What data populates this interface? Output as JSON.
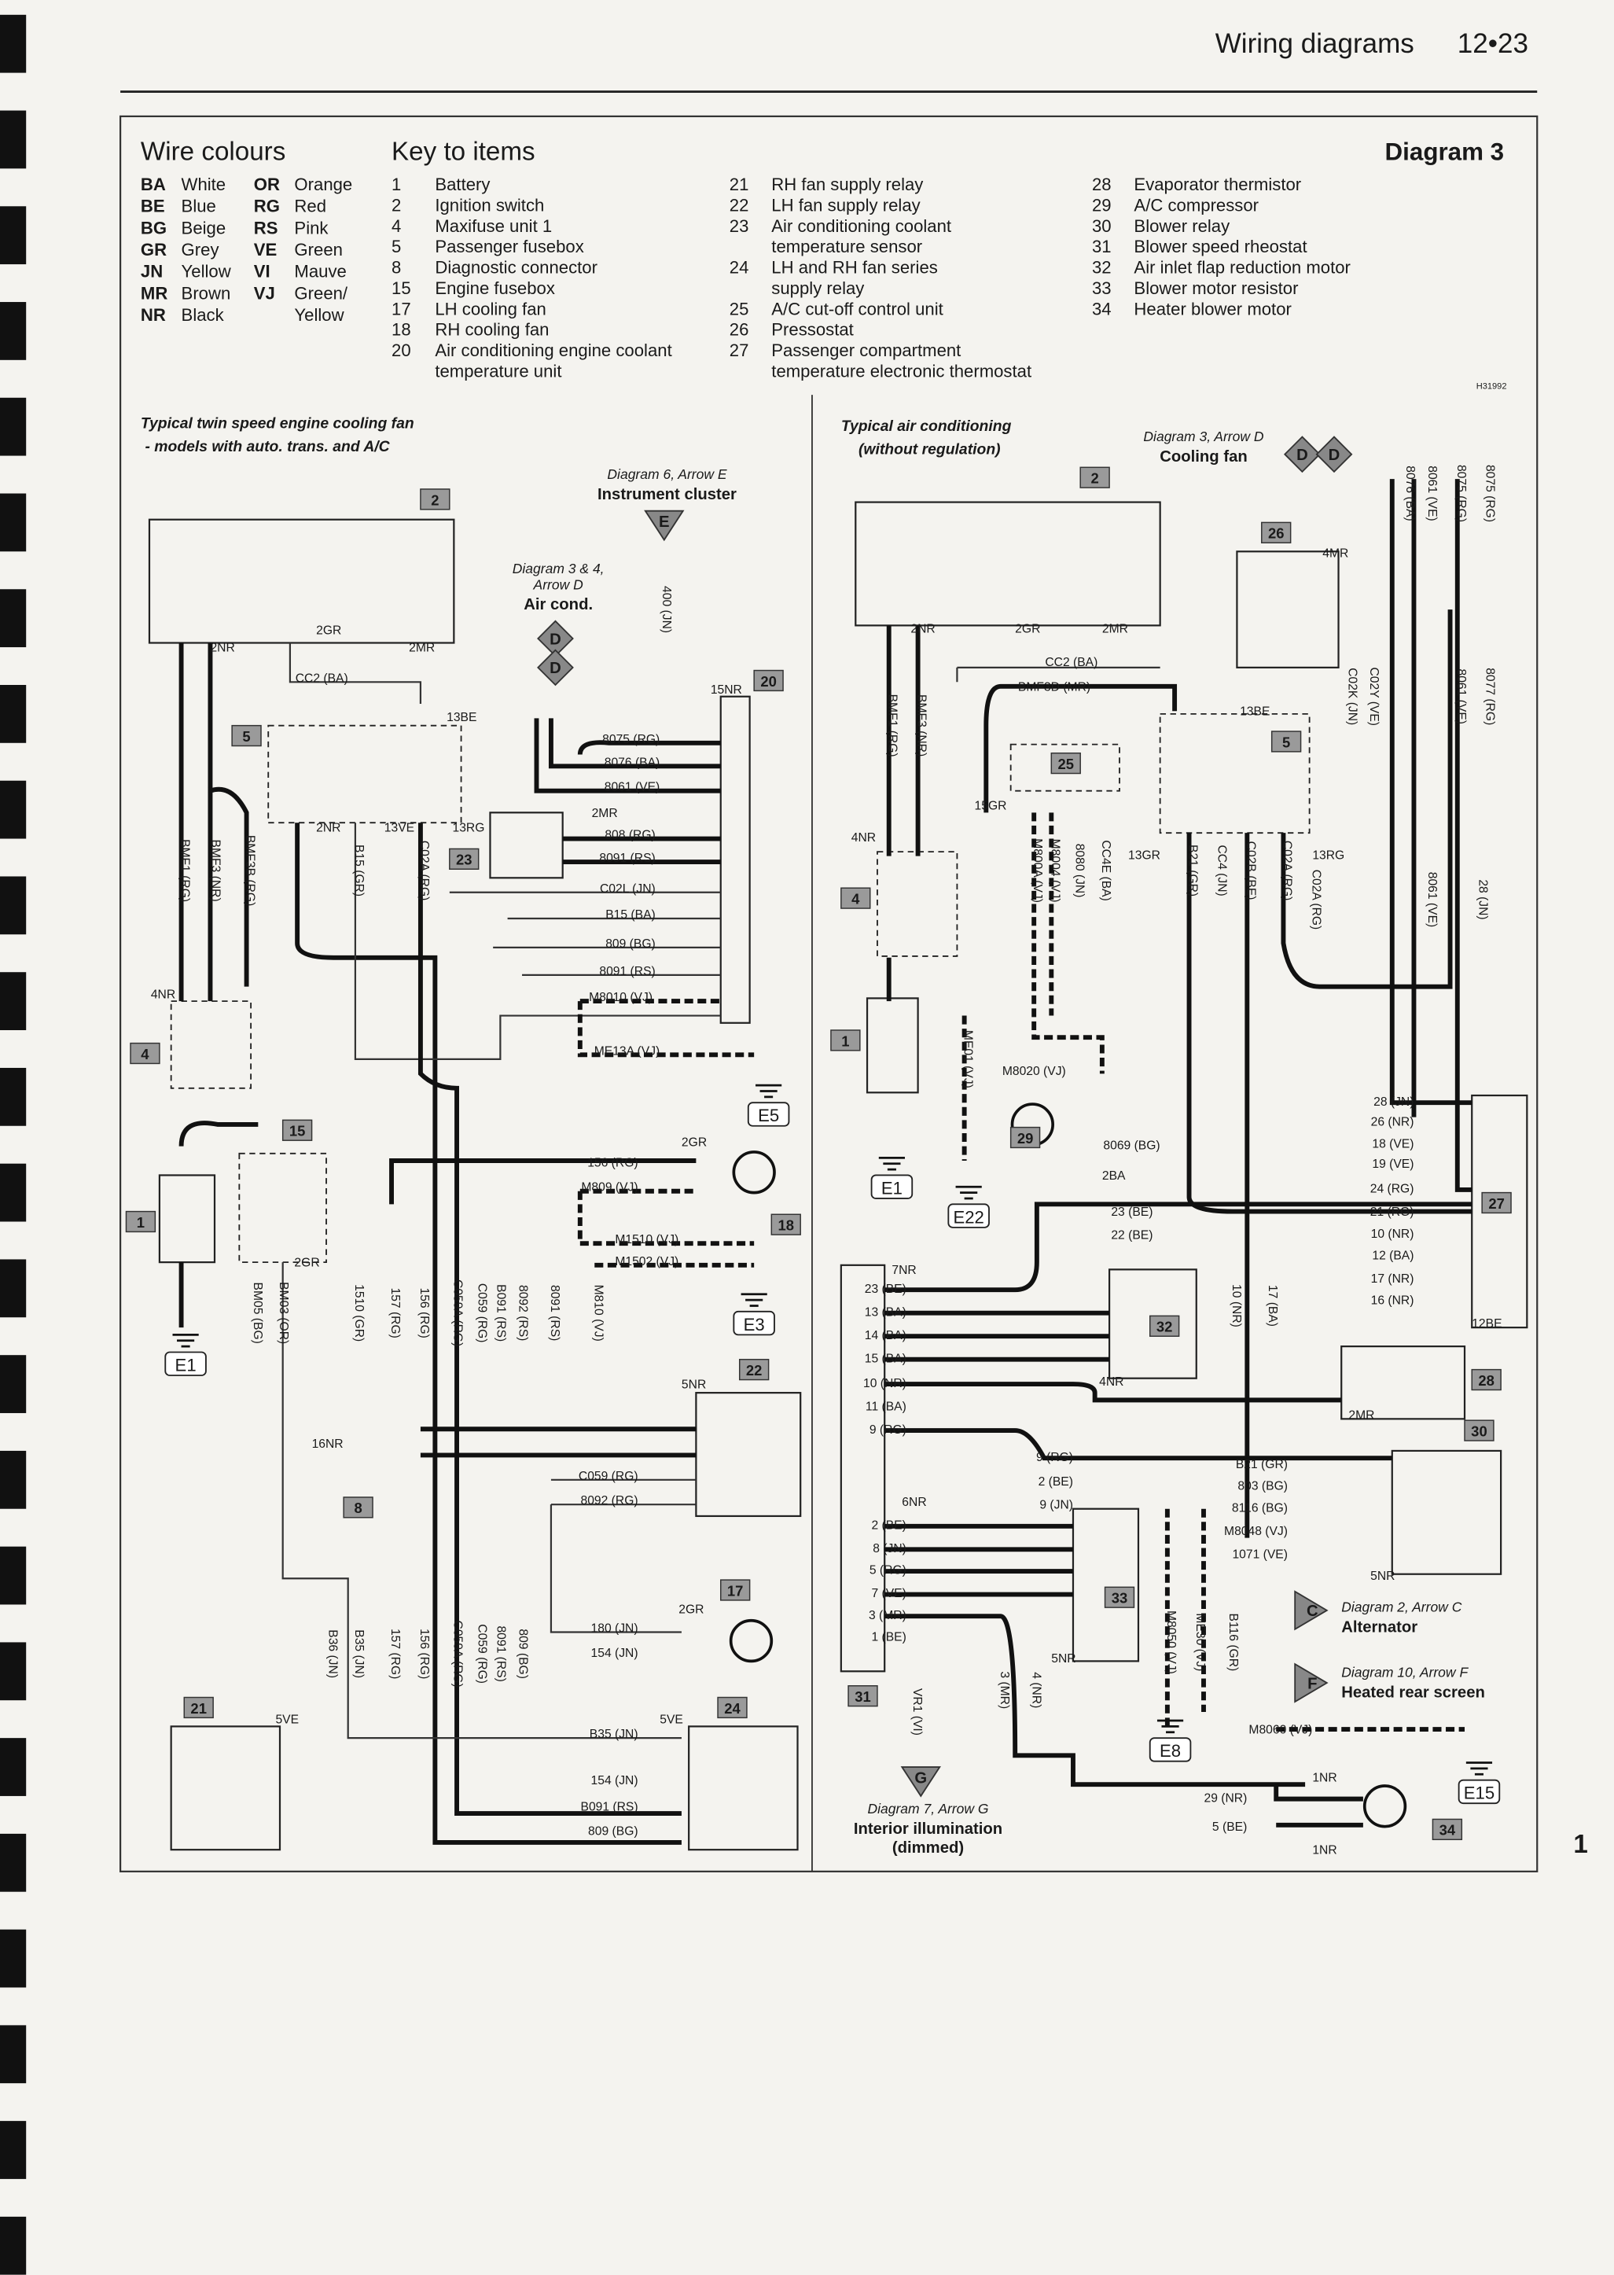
{
  "header": {
    "section": "Wiring diagrams",
    "page": "12•23",
    "diagram_title": "Diagram 3",
    "ref_code": "H31992",
    "side_number": "1"
  },
  "wire_colours": {
    "heading": "Wire colours",
    "items": [
      {
        "code": "BA",
        "name": "White"
      },
      {
        "code": "BE",
        "name": "Blue"
      },
      {
        "code": "BG",
        "name": "Beige"
      },
      {
        "code": "GR",
        "name": "Grey"
      },
      {
        "code": "JN",
        "name": "Yellow"
      },
      {
        "code": "MR",
        "name": "Brown"
      },
      {
        "code": "NR",
        "name": "Black"
      },
      {
        "code": "OR",
        "name": "Orange"
      },
      {
        "code": "RG",
        "name": "Red"
      },
      {
        "code": "RS",
        "name": "Pink"
      },
      {
        "code": "VE",
        "name": "Green"
      },
      {
        "code": "VI",
        "name": "Mauve"
      },
      {
        "code": "VJ",
        "name": "Green/"
      },
      {
        "code": "",
        "name": "Yellow"
      }
    ]
  },
  "key": {
    "heading": "Key to items",
    "items": [
      {
        "num": "1",
        "lines": [
          "Battery"
        ]
      },
      {
        "num": "2",
        "lines": [
          "Ignition switch"
        ]
      },
      {
        "num": "4",
        "lines": [
          "Maxifuse unit 1"
        ]
      },
      {
        "num": "5",
        "lines": [
          "Passenger fusebox"
        ]
      },
      {
        "num": "8",
        "lines": [
          "Diagnostic connector"
        ]
      },
      {
        "num": "15",
        "lines": [
          "Engine fusebox"
        ]
      },
      {
        "num": "17",
        "lines": [
          "LH cooling fan"
        ]
      },
      {
        "num": "18",
        "lines": [
          "RH cooling fan"
        ]
      },
      {
        "num": "20",
        "lines": [
          "Air conditioning engine coolant",
          "temperature unit"
        ]
      },
      {
        "num": "21",
        "lines": [
          "RH fan supply relay"
        ]
      },
      {
        "num": "22",
        "lines": [
          "LH fan supply relay"
        ]
      },
      {
        "num": "23",
        "lines": [
          "Air conditioning coolant",
          "temperature sensor"
        ]
      },
      {
        "num": "24",
        "lines": [
          "LH and RH fan series",
          "supply relay"
        ]
      },
      {
        "num": "25",
        "lines": [
          "A/C cut-off control unit"
        ]
      },
      {
        "num": "26",
        "lines": [
          "Pressostat"
        ]
      },
      {
        "num": "27",
        "lines": [
          "Passenger compartment",
          "temperature electronic thermostat"
        ]
      },
      {
        "num": "28",
        "lines": [
          "Evaporator thermistor"
        ]
      },
      {
        "num": "29",
        "lines": [
          "A/C compressor"
        ]
      },
      {
        "num": "30",
        "lines": [
          "Blower relay"
        ]
      },
      {
        "num": "31",
        "lines": [
          "Blower speed rheostat"
        ]
      },
      {
        "num": "32",
        "lines": [
          "Air inlet flap reduction motor"
        ]
      },
      {
        "num": "33",
        "lines": [
          "Blower motor resistor"
        ]
      },
      {
        "num": "34",
        "lines": [
          "Heater blower motor"
        ]
      }
    ]
  },
  "left": {
    "title": [
      "Typical twin speed engine cooling fan",
      "- models with auto. trans. and A/C"
    ],
    "components": [
      "2",
      "5",
      "4",
      "1",
      "15",
      "23",
      "20",
      "18",
      "22",
      "8",
      "17",
      "21",
      "24"
    ],
    "grounds": [
      "E5",
      "E1",
      "E3"
    ],
    "arrows": [
      {
        "letter": "E",
        "ref": "Diagram 6, Arrow E",
        "label": "Instrument cluster"
      },
      {
        "letter": "D",
        "ref": "Diagram 3 & 4,",
        "ref2": "Arrow D",
        "label": "Air cond."
      }
    ],
    "wire_labels": [
      "8075 (RG)",
      "8076 (BA)",
      "8061 (VE)",
      "808 (RG)",
      "8091 (RS)",
      "C02L (JN)",
      "B15 (BA)",
      "809 (BG)",
      "8091 (RS)",
      "M8010 (VJ)",
      "ME13A (VJ)",
      "156 (RG)",
      "M809 (VJ)",
      "M1510 (VJ)",
      "M1502 (VJ)",
      "C059 (RG)",
      "8092 (RG)",
      "180 (JN)",
      "154 (JN)",
      "B35 (JN)",
      "154 (JN)",
      "B091 (RS)",
      "809 (BG)",
      "CC2 (BA)",
      "2NR",
      "2GR",
      "2MR",
      "15NR",
      "13BE",
      "2NR",
      "13VE",
      "13RG",
      "2MR",
      "4NR",
      "2GR",
      "2GR",
      "5NR",
      "16NR",
      "2GR",
      "5VE",
      "5VE",
      "400 (JN)",
      "BMF1 (RG)",
      "BMF3 (NR)",
      "BMF3B (RG)",
      "B15 (GR)",
      "C02A (RG)",
      "BM03 (OR)",
      "BM05 (BG)",
      "1510 (GR)",
      "157 (RG)",
      "156 (RG)",
      "C059A (RG)",
      "C059 (RG)",
      "B091 (RS)",
      "8092 (RS)",
      "8091 (RS)",
      "M810 (VJ)",
      "B36 (JN)",
      "B35 (JN)",
      "157 (RG)",
      "156 (RG)",
      "C059A (RG)",
      "C059 (RG)",
      "8091 (RS)",
      "809 (BG)"
    ]
  },
  "right": {
    "title": [
      "Typical air conditioning",
      "(without regulation)"
    ],
    "components": [
      "2",
      "26",
      "5",
      "25",
      "4",
      "1",
      "29",
      "27",
      "32",
      "28",
      "30",
      "33",
      "31",
      "34"
    ],
    "grounds": [
      "E1",
      "E22",
      "E8",
      "E15"
    ],
    "arrows": [
      {
        "letter": "D",
        "ref": "Diagram 3, Arrow D",
        "label": "Cooling fan"
      },
      {
        "letter": "C",
        "ref": "Diagram 2, Arrow C",
        "label": "Alternator"
      },
      {
        "letter": "F",
        "ref": "Diagram 10, Arrow F",
        "label": "Heated rear screen"
      },
      {
        "letter": "G",
        "ref": "Diagram 7, Arrow G",
        "label": "Interior illumination",
        "label2": "(dimmed)"
      }
    ],
    "wire_labels": [
      "CC2 (BA)",
      "BMF3D (MR)",
      "8069 (BG)",
      "M8020 (VJ)",
      "28 (JN)",
      "26 (NR)",
      "18 (VE)",
      "19 (VE)",
      "24 (RG)",
      "21 (RG)",
      "10 (NR)",
      "12 (BA)",
      "17 (NR)",
      "16 (NR)",
      "23 (BE)",
      "22 (BE)",
      "23 (BE)",
      "13 (BA)",
      "14 (BA)",
      "15 (BA)",
      "10 (NR)",
      "11 (BA)",
      "9 (RG)",
      "2 (BE)",
      "8 (JN)",
      "5 (RG)",
      "7 (VE)",
      "3 (MR)",
      "1 (BE)",
      "9 (RG)",
      "2 (BE)",
      "9 (JN)",
      "B21 (GR)",
      "803 (BG)",
      "8116 (BG)",
      "M8048 (VJ)",
      "1071 (VE)",
      "M8060 (VJ)",
      "29 (NR)",
      "5 (BE)",
      "2NR",
      "2GR",
      "2MR",
      "13BE",
      "15GR",
      "4NR",
      "13GR",
      "13RG",
      "2BA",
      "4MR",
      "7NR",
      "4NR",
      "6NR",
      "5NR",
      "2MR",
      "5NR",
      "12BE",
      "1NR",
      "1NR",
      "BMF1 (RG)",
      "BMF3 (NR)",
      "M800A (VJ)",
      "M8004 (VJ)",
      "8080 (JN)",
      "CC4E (BA)",
      "B21 (GR)",
      "CC4 (JN)",
      "C02B (BE)",
      "C02A (RG)",
      "ME01 (VJ)",
      "8076 (BA)",
      "8061 (VE)",
      "8075 (RG)",
      "8077 (RG)",
      "8075 (RG)",
      "8061 (VE)",
      "C02K (JN)",
      "C02Y (VE)",
      "C02A (RG)",
      "8061 (VE)",
      "28 (JN)",
      "10 (NR)",
      "17 (BA)",
      "M8050 (VJ)",
      "ME30 (VJ)",
      "B116 (GR)",
      "VR1 (VI)",
      "3 (MR)",
      "4 (NR)"
    ]
  }
}
